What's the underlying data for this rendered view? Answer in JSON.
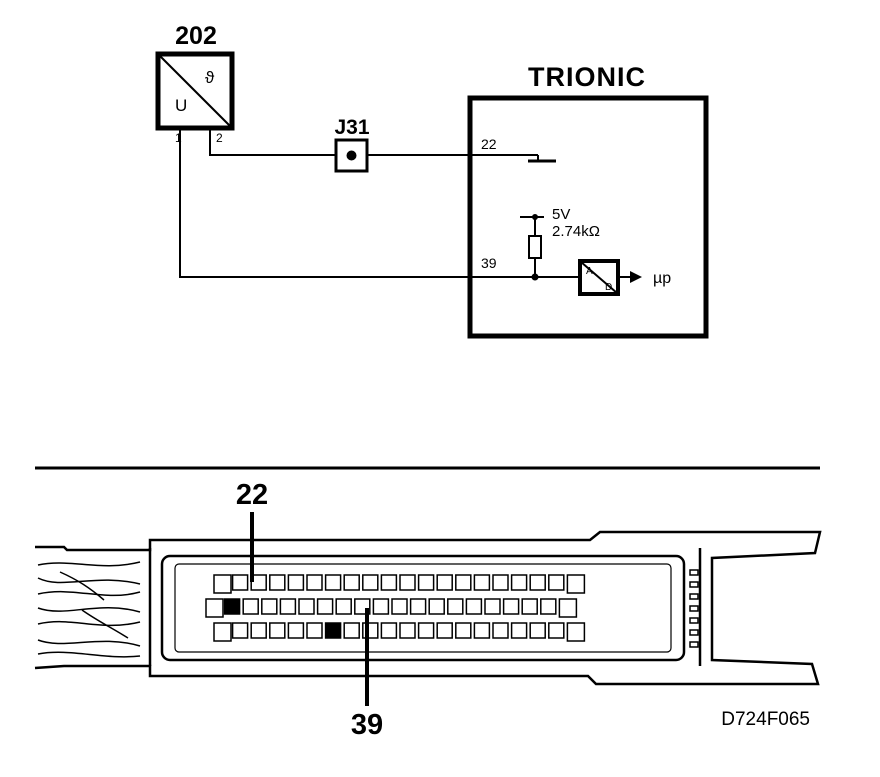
{
  "schematic": {
    "sensor": {
      "number": "202",
      "symbol_u": "U",
      "symbol_theta": "ϑ",
      "pin_1": "1",
      "pin_2": "2"
    },
    "junction": {
      "label": "J31"
    },
    "ecu": {
      "title": "TRIONIC",
      "pin_ground": "22",
      "pin_signal": "39",
      "supply_voltage": "5V",
      "pullup_resistance": "2.74kΩ",
      "adc_top": "A",
      "adc_bottom": "D",
      "microprocessor": "µp"
    }
  },
  "connector": {
    "callout_top": "22",
    "callout_bottom": "39",
    "rows": [
      {
        "cells": 20
      },
      {
        "cells": 20
      },
      {
        "cells": 20
      }
    ],
    "highlighted": [
      {
        "row": 1,
        "index": 1
      },
      {
        "row": 2,
        "index": 6
      }
    ]
  },
  "figure_id": "D724F065"
}
